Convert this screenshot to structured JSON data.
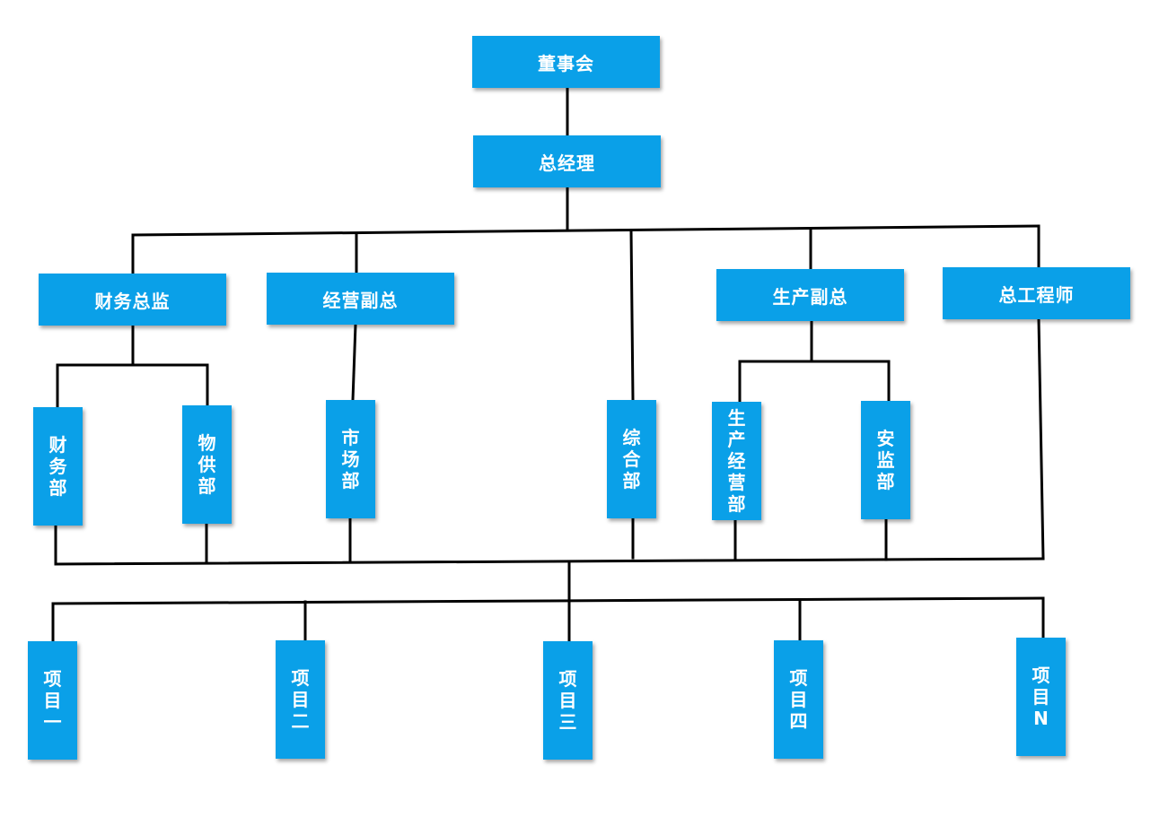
{
  "org_chart": {
    "top": {
      "board": "董事会",
      "general_manager": "总经理"
    },
    "executives": {
      "cfo": "财务总监",
      "vp_operations": "经营副总",
      "vp_production": "生产副总",
      "chief_engineer": "总工程师"
    },
    "departments": {
      "finance": "财务部",
      "supply": "物供部",
      "market": "市场部",
      "general_affairs": "综合部",
      "production_ops": "生产经营部",
      "safety": "安监部"
    },
    "projects": {
      "p1": "项目一",
      "p2": "项目二",
      "p3": "项目三",
      "p4": "项目四",
      "pn": "项目N"
    },
    "colors": {
      "box_fill": "#0aa0e8",
      "box_text": "#ffffff",
      "connector": "#000000"
    }
  }
}
